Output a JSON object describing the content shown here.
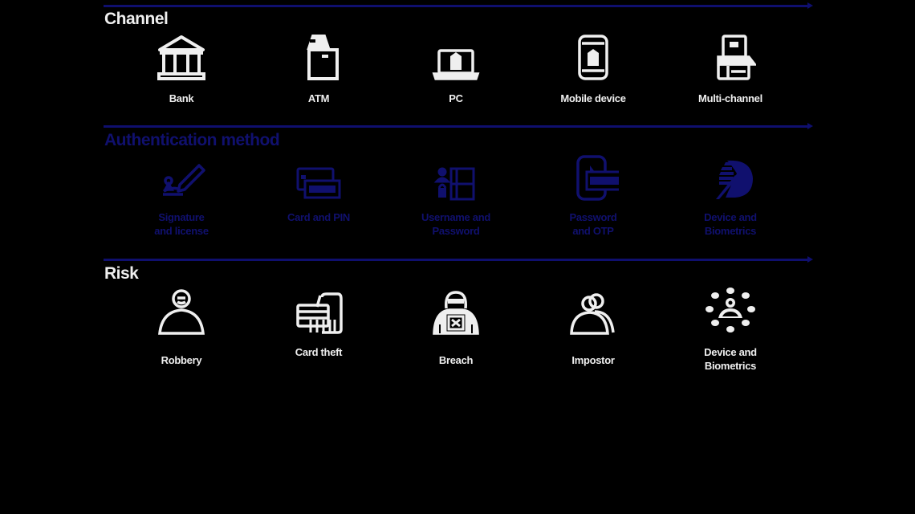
{
  "colors": {
    "background": "#000000",
    "navy": "#10106e",
    "light": "#efefef"
  },
  "sections": [
    {
      "title": "Channel",
      "color": "light",
      "items": [
        {
          "label": "Bank",
          "icon": "bank-icon"
        },
        {
          "label": "ATM",
          "icon": "atm-icon"
        },
        {
          "label": "PC",
          "icon": "laptop-icon"
        },
        {
          "label": "Mobile device",
          "icon": "mobile-device-icon"
        },
        {
          "label": "Multi-channel",
          "icon": "multi-channel-icon"
        }
      ]
    },
    {
      "title": "Authentication method",
      "color": "navy",
      "items": [
        {
          "label": "Signature\nand license",
          "icon": "signature-pen-icon"
        },
        {
          "label": "Card and PIN",
          "icon": "card-pin-icon"
        },
        {
          "label": "Username and\nPassword",
          "icon": "username-password-icon"
        },
        {
          "label": "Password\nand OTP",
          "icon": "password-otp-icon"
        },
        {
          "label": "Device and\nBiometrics",
          "icon": "fingerprint-icon"
        }
      ]
    },
    {
      "title": "Risk",
      "color": "light",
      "items": [
        {
          "label": "Robbery",
          "icon": "robber-person-icon"
        },
        {
          "label": "Card theft",
          "icon": "card-theft-icon"
        },
        {
          "label": "Breach",
          "icon": "hacker-breach-icon"
        },
        {
          "label": "Impostor",
          "icon": "impostor-people-icon"
        },
        {
          "label": "Device and\nBiometrics",
          "icon": "network-person-icon"
        }
      ]
    }
  ]
}
